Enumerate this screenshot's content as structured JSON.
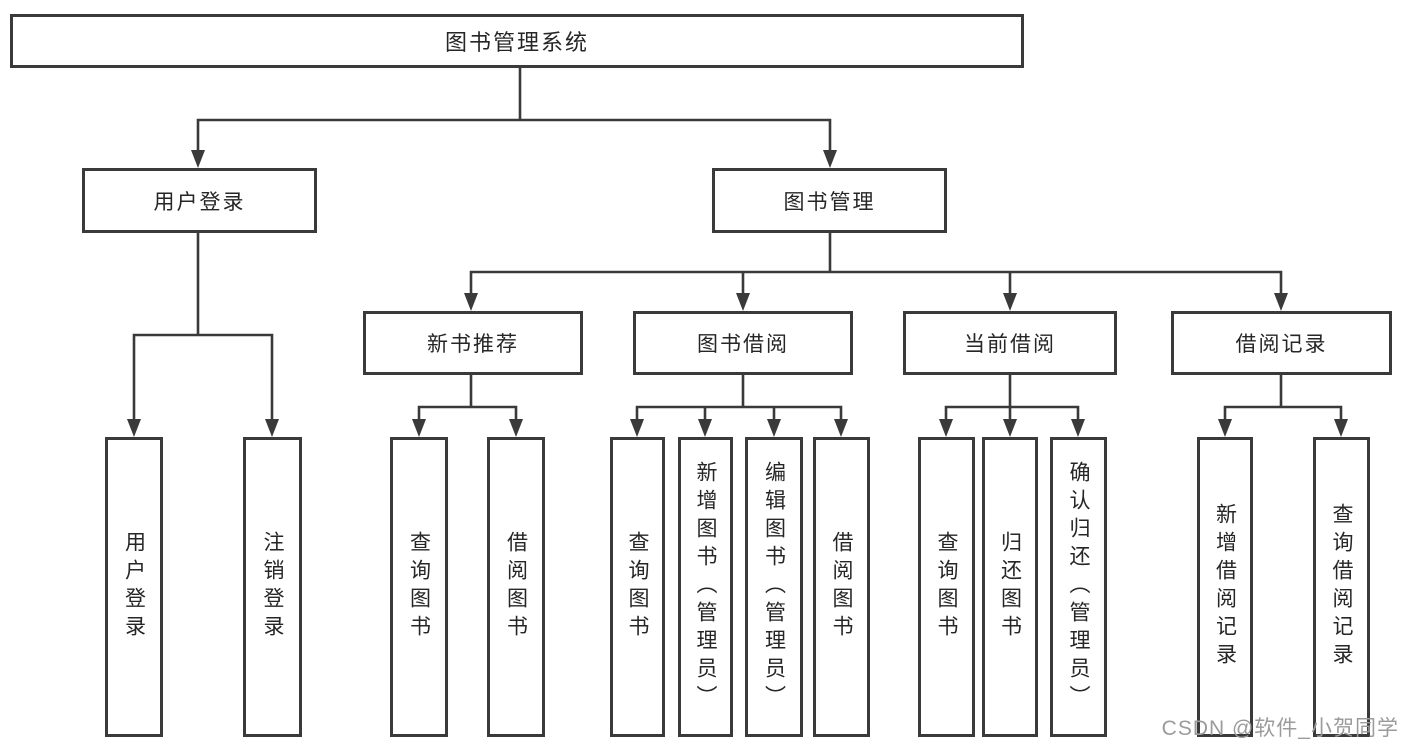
{
  "tree": {
    "label": "图书管理系统",
    "children": [
      {
        "label": "用户登录",
        "children": [
          {
            "label": "用户登录"
          },
          {
            "label": "注销登录"
          }
        ]
      },
      {
        "label": "图书管理",
        "children": [
          {
            "label": "新书推荐",
            "children": [
              {
                "label": "查询图书"
              },
              {
                "label": "借阅图书"
              }
            ]
          },
          {
            "label": "图书借阅",
            "children": [
              {
                "label": "查询图书"
              },
              {
                "label": "新增图书（管理员）"
              },
              {
                "label": "编辑图书（管理员）"
              },
              {
                "label": "借阅图书"
              }
            ]
          },
          {
            "label": "当前借阅",
            "children": [
              {
                "label": "查询图书"
              },
              {
                "label": "归还图书"
              },
              {
                "label": "确认归还（管理员）"
              }
            ]
          },
          {
            "label": "借阅记录",
            "children": [
              {
                "label": "新增借阅记录"
              },
              {
                "label": "查询借阅记录"
              }
            ]
          }
        ]
      }
    ]
  },
  "watermark": "CSDN @软件_小贺同学",
  "colors": {
    "line": "#3a3a3a",
    "text": "#262626",
    "background": "#ffffff",
    "watermark": "#9b9b9b"
  }
}
